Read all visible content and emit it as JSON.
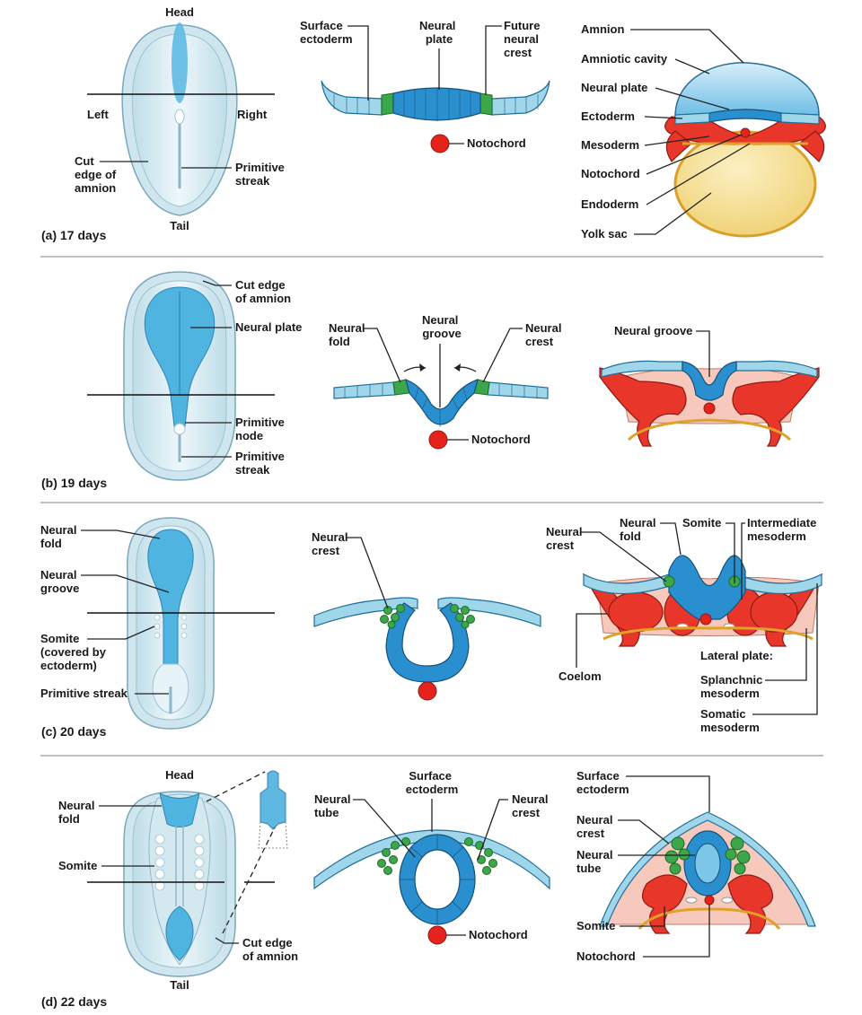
{
  "panels": {
    "a": {
      "caption": "(a) 17 days",
      "labels": {
        "head": "Head",
        "tail": "Tail",
        "left": "Left",
        "right": "Right",
        "cut_edge": [
          "Cut",
          "edge of",
          "amnion"
        ],
        "primitive_streak": [
          "Primitive",
          "streak"
        ],
        "surface_ectoderm": [
          "Surface",
          "ectoderm"
        ],
        "neural_plate": [
          "Neural",
          "plate"
        ],
        "future_neural_crest": [
          "Future",
          "neural",
          "crest"
        ],
        "notochord": "Notochord",
        "amnion": "Amnion",
        "amniotic_cavity": "Amniotic cavity",
        "neural_plate_r": "Neural plate",
        "ectoderm": "Ectoderm",
        "mesoderm": "Mesoderm",
        "notochord_r": "Notochord",
        "endoderm": "Endoderm",
        "yolk_sac": "Yolk sac"
      }
    },
    "b": {
      "caption": "(b) 19 days",
      "labels": {
        "cut_edge": [
          "Cut edge",
          "of amnion"
        ],
        "neural_plate": "Neural plate",
        "primitive_node": [
          "Primitive",
          "node"
        ],
        "primitive_streak": [
          "Primitive",
          "streak"
        ],
        "neural_fold": [
          "Neural",
          "fold"
        ],
        "neural_groove": [
          "Neural",
          "groove"
        ],
        "neural_crest": [
          "Neural",
          "crest"
        ],
        "notochord": "Notochord",
        "neural_groove_r": "Neural groove"
      }
    },
    "c": {
      "caption": "(c) 20 days",
      "labels": {
        "neural_fold": [
          "Neural",
          "fold"
        ],
        "neural_groove": [
          "Neural",
          "groove"
        ],
        "somite": [
          "Somite",
          "(covered by",
          "ectoderm)"
        ],
        "primitive_streak": "Primitive streak",
        "neural_crest": [
          "Neural",
          "crest"
        ],
        "neural_crest_r": [
          "Neural",
          "crest"
        ],
        "neural_fold_r": [
          "Neural",
          "fold"
        ],
        "somite_r": "Somite",
        "intermediate_mesoderm": [
          "Intermediate",
          "mesoderm"
        ],
        "coelom": "Coelom",
        "lateral_plate": "Lateral plate:",
        "splanchnic": [
          "Splanchnic",
          "mesoderm"
        ],
        "somatic": [
          "Somatic",
          "mesoderm"
        ]
      }
    },
    "d": {
      "caption": "(d) 22 days",
      "labels": {
        "head": "Head",
        "tail": "Tail",
        "neural_fold": [
          "Neural",
          "fold"
        ],
        "somite": "Somite",
        "cut_edge": [
          "Cut edge",
          "of amnion"
        ],
        "surface_ectoderm": [
          "Surface",
          "ectoderm"
        ],
        "neural_tube": [
          "Neural",
          "tube"
        ],
        "neural_crest": [
          "Neural",
          "crest"
        ],
        "notochord": "Notochord",
        "surface_ectoderm_r": [
          "Surface",
          "ectoderm"
        ],
        "neural_crest_r": [
          "Neural",
          "crest"
        ],
        "neural_tube_r": [
          "Neural",
          "tube"
        ],
        "somite_r": "Somite",
        "notochord_r": "Notochord"
      }
    }
  },
  "colors": {
    "ectoderm": "#9fd6ea",
    "neural": "#2a8fcf",
    "neural_crest": "#3ca64a",
    "mesoderm": "#e8372a",
    "endoderm": "#e0a12a",
    "yolk": "#f5dd90",
    "amnion": "#7ec4e6"
  }
}
